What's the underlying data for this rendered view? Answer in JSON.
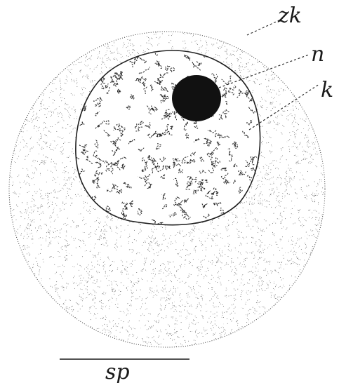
{
  "labels": {
    "zk": "zk",
    "n": "n",
    "k": "k",
    "sp": "sp"
  },
  "colors": {
    "ink": "#1a1a1a",
    "paper": "#ffffff"
  }
}
